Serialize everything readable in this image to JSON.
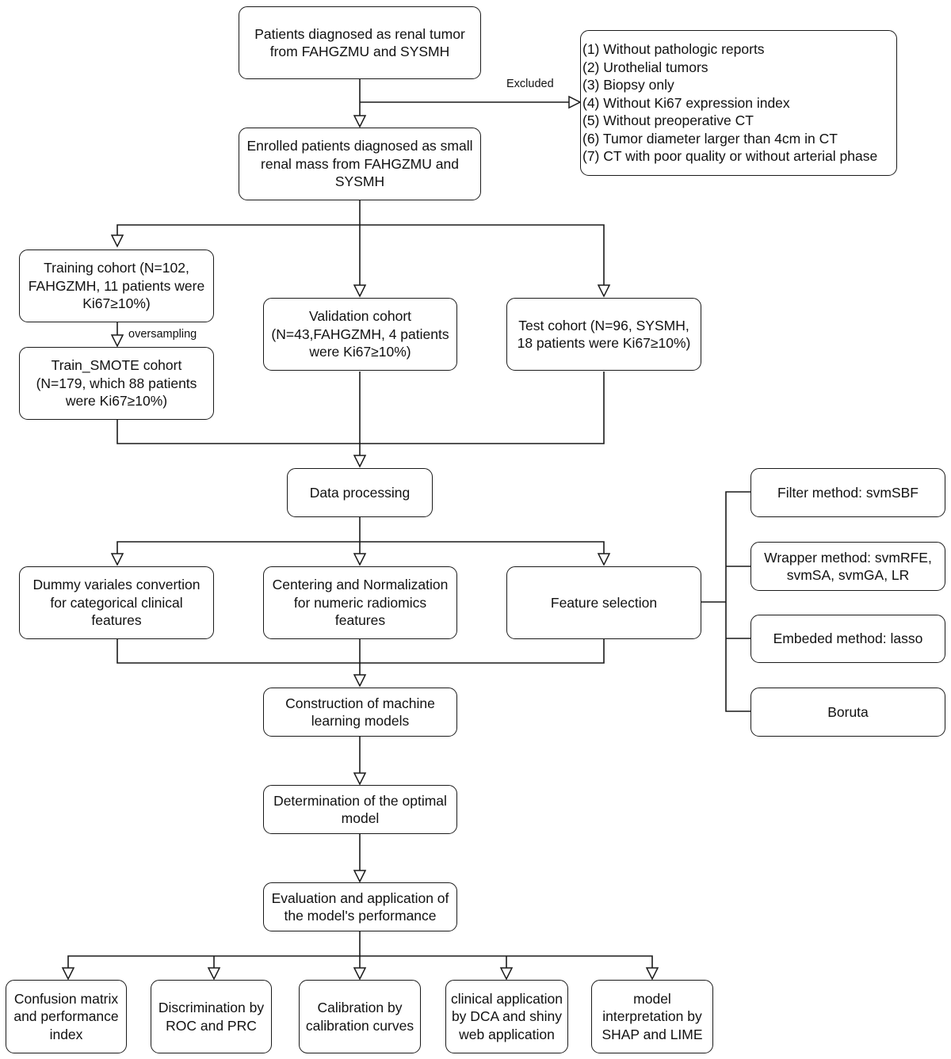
{
  "nodes": {
    "patients": "Patients diagnosed as renal tumor\nfrom FAHGZMU and SYSMH",
    "enrolled": "Enrolled patients diagnosed as small\nrenal mass from FAHGZMU and\nSYSMH",
    "training": "Training cohort (N=102,\nFAHGZMH, 11 patients were\nKi67≥10%)",
    "smote": "Train_SMOTE cohort\n(N=179, which 88 patients\nwere Ki67≥10%)",
    "validation": "Validation cohort\n(N=43,FAHGZMH, 4 patients\nwere Ki67≥10%)",
    "test": "Test cohort (N=96, SYSMH,\n18 patients were Ki67≥10%)",
    "processing": "Data processing",
    "dummy": "Dummy variales convertion\nfor categorical clinical\nfeatures",
    "centering": "Centering and Normalization\nfor numeric radiomics\nfeatures",
    "feature_selection": "Feature selection",
    "filter": "Filter method: svmSBF",
    "wrapper": "Wrapper method: svmRFE,\nsvmSA, svmGA, LR",
    "embedded": "Embeded method: lasso",
    "boruta": "Boruta",
    "construction": "Construction of machine\nlearning models",
    "determination": "Determination of the optimal\nmodel",
    "evaluation": "Evaluation and application of\nthe model's performance",
    "confusion": "Confusion matrix\nand performance\nindex",
    "discrimination": "Discrimination by\nROC and PRC",
    "calibration": "Calibration by\ncalibration curves",
    "clinical": "clinical application\nby DCA and shiny\nweb application",
    "interpretation": "model\ninterpretation by\nSHAP and LIME"
  },
  "exclusion_items": [
    "(1) Without pathologic reports",
    "(2) Urothelial tumors",
    "(3) Biopsy only",
    "(4) Without Ki67 expression index",
    "(5) Without preoperative CT",
    "(6) Tumor diameter larger than 4cm in CT",
    "(7) CT with poor quality or without arterial phase"
  ],
  "labels": {
    "excluded": "Excluded",
    "oversampling": "oversampling"
  },
  "colors": {
    "line": "#1a1a1a",
    "box_fill": "#ffffff"
  }
}
